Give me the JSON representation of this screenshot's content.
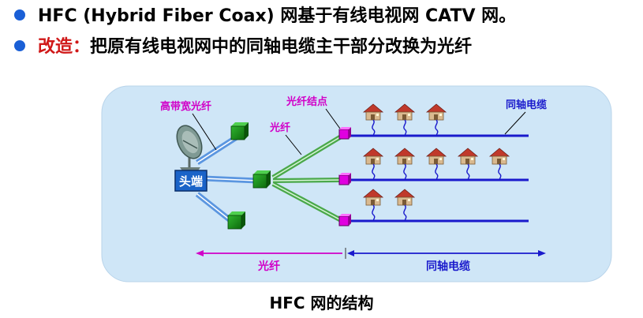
{
  "bullets": [
    {
      "text": "HFC (Hybrid Fiber Coax) 网基于有线电视网 CATV 网。"
    },
    {
      "highlight": "改造：",
      "text": "把原有线电视网中的同轴电缆主干部分改换为光纤"
    }
  ],
  "diagram": {
    "labels": {
      "broadband_fiber": "高带宽光纤",
      "fiber_node": "光纤结点",
      "fiber": "光纤",
      "coax": "同轴电缆",
      "headend": "头端",
      "bottom_fiber": "光纤",
      "bottom_coax": "同轴电缆"
    },
    "colors": {
      "background": "#cfe6f7",
      "node_green": "#1d8f1d",
      "fiber_node": "#e000e0",
      "coax_line": "#1a1acc",
      "label_magenta": "#d100c8",
      "label_blue": "#1a1acc",
      "headend_box": "#1a63c8",
      "house": "#b8956b"
    },
    "coax_rows": [
      {
        "houses": 3
      },
      {
        "houses": 5
      },
      {
        "houses": 2
      }
    ]
  },
  "caption": "HFC 网的结构"
}
